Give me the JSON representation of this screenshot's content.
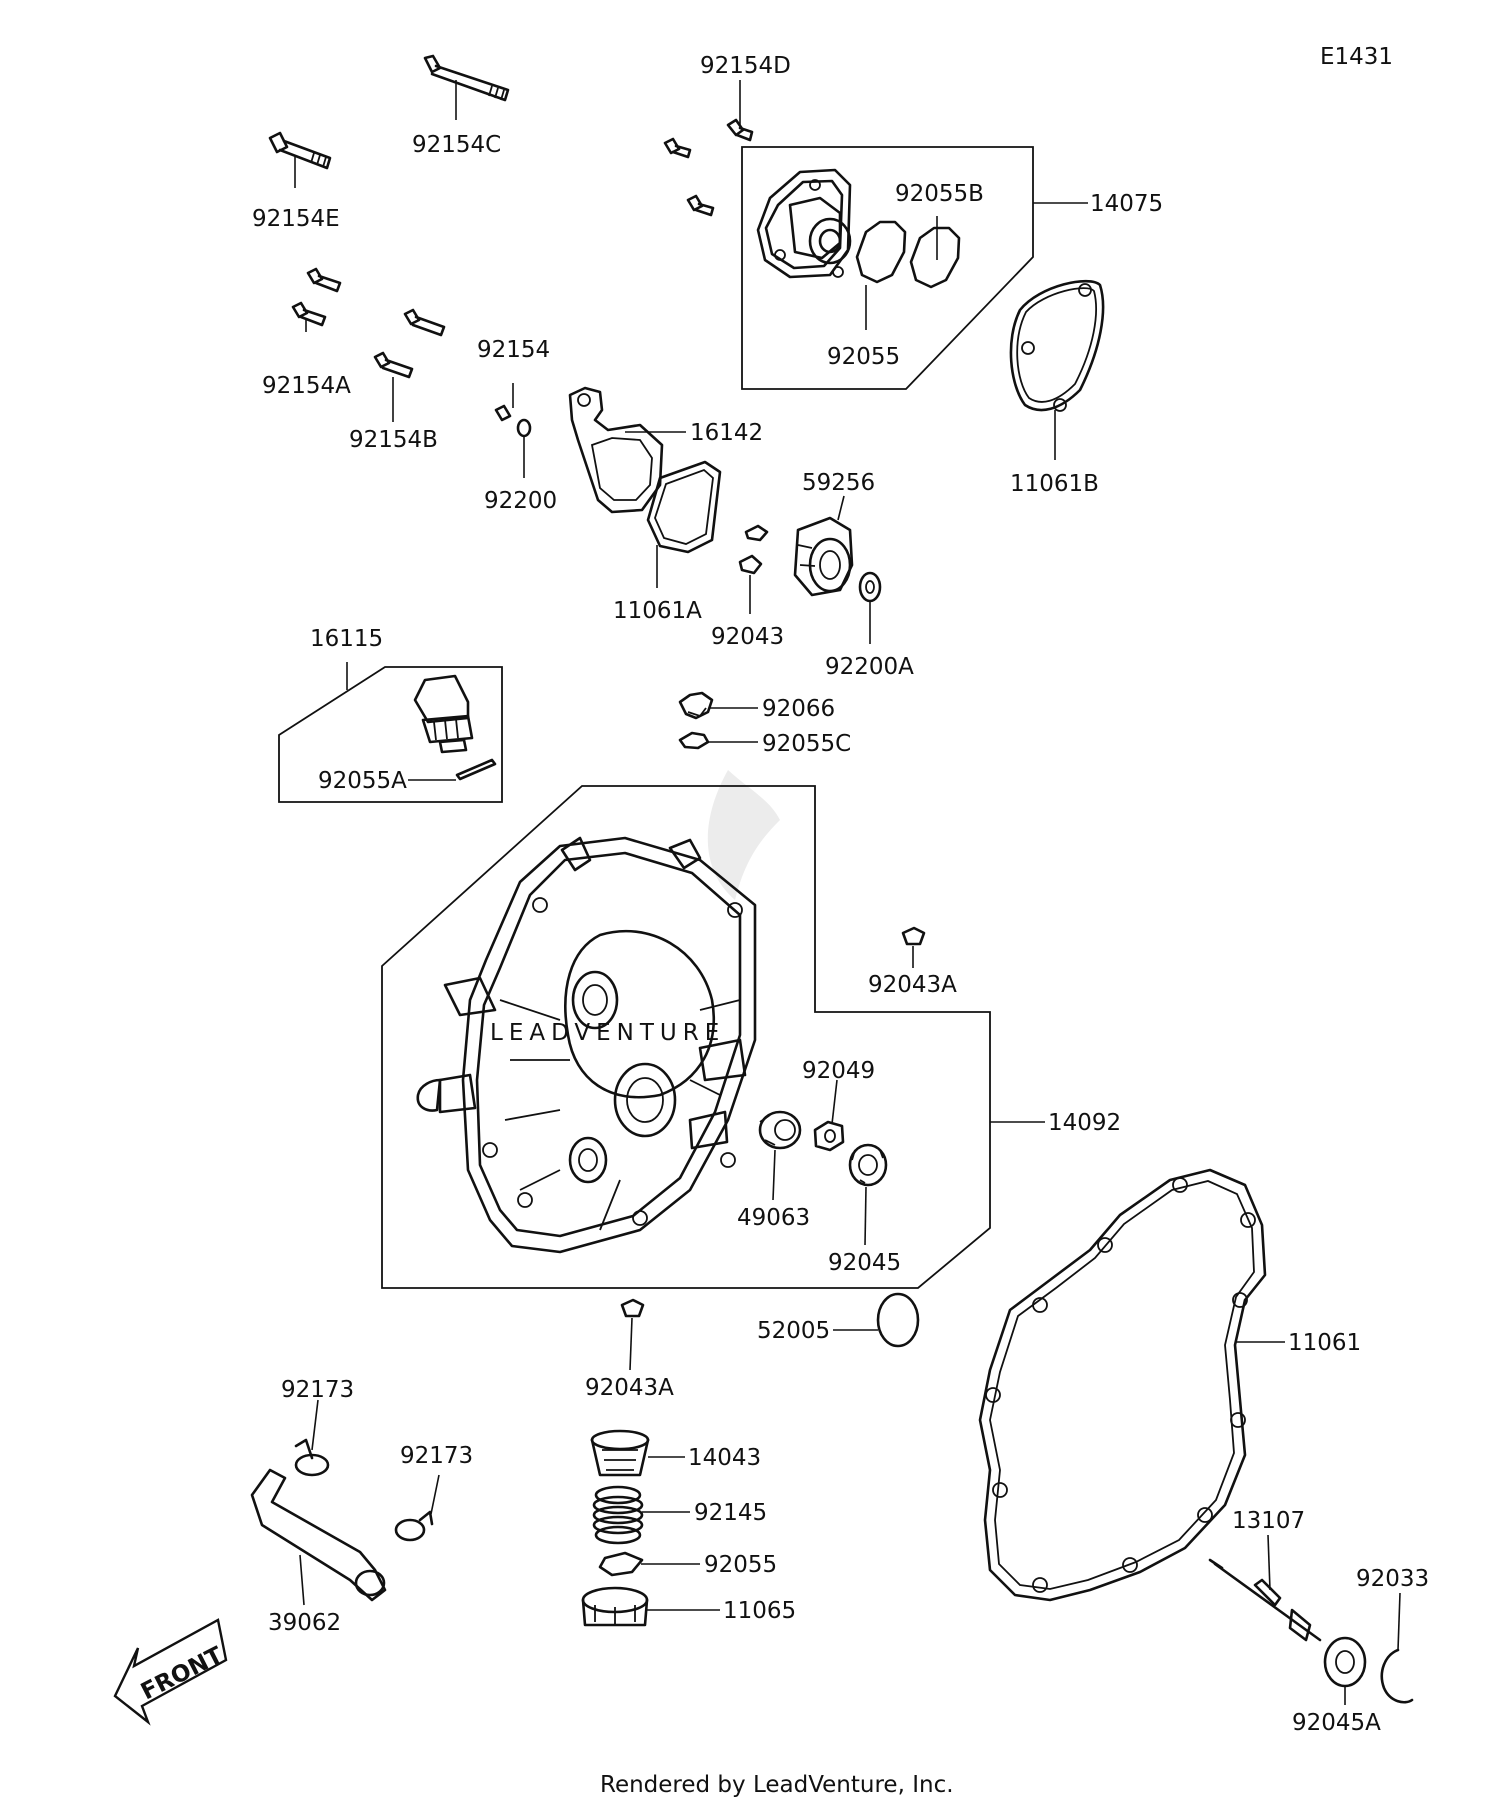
{
  "diagram_id": "E1431",
  "labels": {
    "p92154D": "92154D",
    "p92154C": "92154C",
    "p92154E": "92154E",
    "p92055B": "92055B",
    "p14075": "14075",
    "p92055_top": "92055",
    "p11061B": "11061B",
    "p92154A": "92154A",
    "p92154B": "92154B",
    "p92154": "92154",
    "p92200": "92200",
    "p16142": "16142",
    "p11061A": "11061A",
    "p59256": "59256",
    "p92043": "92043",
    "p92200A": "92200A",
    "p16115": "16115",
    "p92055A": "92055A",
    "p92066": "92066",
    "p92055C": "92055C",
    "p92043A_top": "92043A",
    "p92049": "92049",
    "p14092": "14092",
    "p49063": "49063",
    "p92045": "92045",
    "p52005": "52005",
    "p11061": "11061",
    "p92043A_bottom": "92043A",
    "p92173_left": "92173",
    "p92173_right": "92173",
    "p14043": "14043",
    "p92145": "92145",
    "p92055_bottom": "92055",
    "p11065": "11065",
    "p39062": "39062",
    "p13107": "13107",
    "p92033": "92033",
    "p92045A": "92045A"
  },
  "front_arrow_label": "FRONT",
  "watermark": "LEADVENTURE",
  "footer": "Rendered by LeadVenture, Inc."
}
